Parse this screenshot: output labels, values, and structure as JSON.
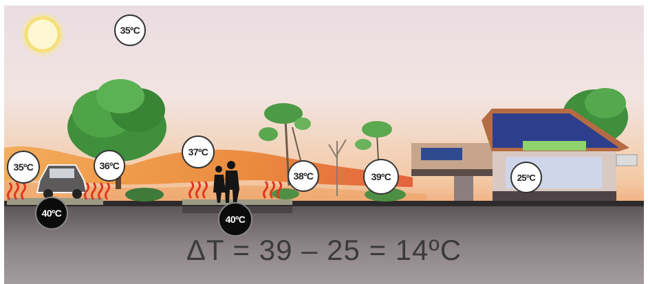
{
  "temperatures": {
    "sky": "35ºC",
    "car_roadside": "35ºC",
    "car_pavement": "40ºC",
    "tree": "36ºC",
    "pedestrians_air": "37ºC",
    "walkway_pavement": "40ºC",
    "shrubs": "38ºC",
    "garden": "39ºC",
    "house_interior": "25ºC"
  },
  "equation": "ΔT =  39 – 25 = 14ºC",
  "colors": {
    "sky_top": "#efe7e9",
    "sky_horizon": "#f2b98e",
    "hot_air_band": "#e9862e",
    "ground": "#6f6769",
    "ground_dark": "#2c2a2b",
    "heat_waves": "#e0361f",
    "house_panels": "#2d3f8c",
    "foliage": "#3f8f3c"
  },
  "icons": [
    "sun-icon",
    "tree-icon",
    "car-icon",
    "pedestrians-icon",
    "heat-waves-icon",
    "house-icon",
    "solar-panel-icon"
  ]
}
